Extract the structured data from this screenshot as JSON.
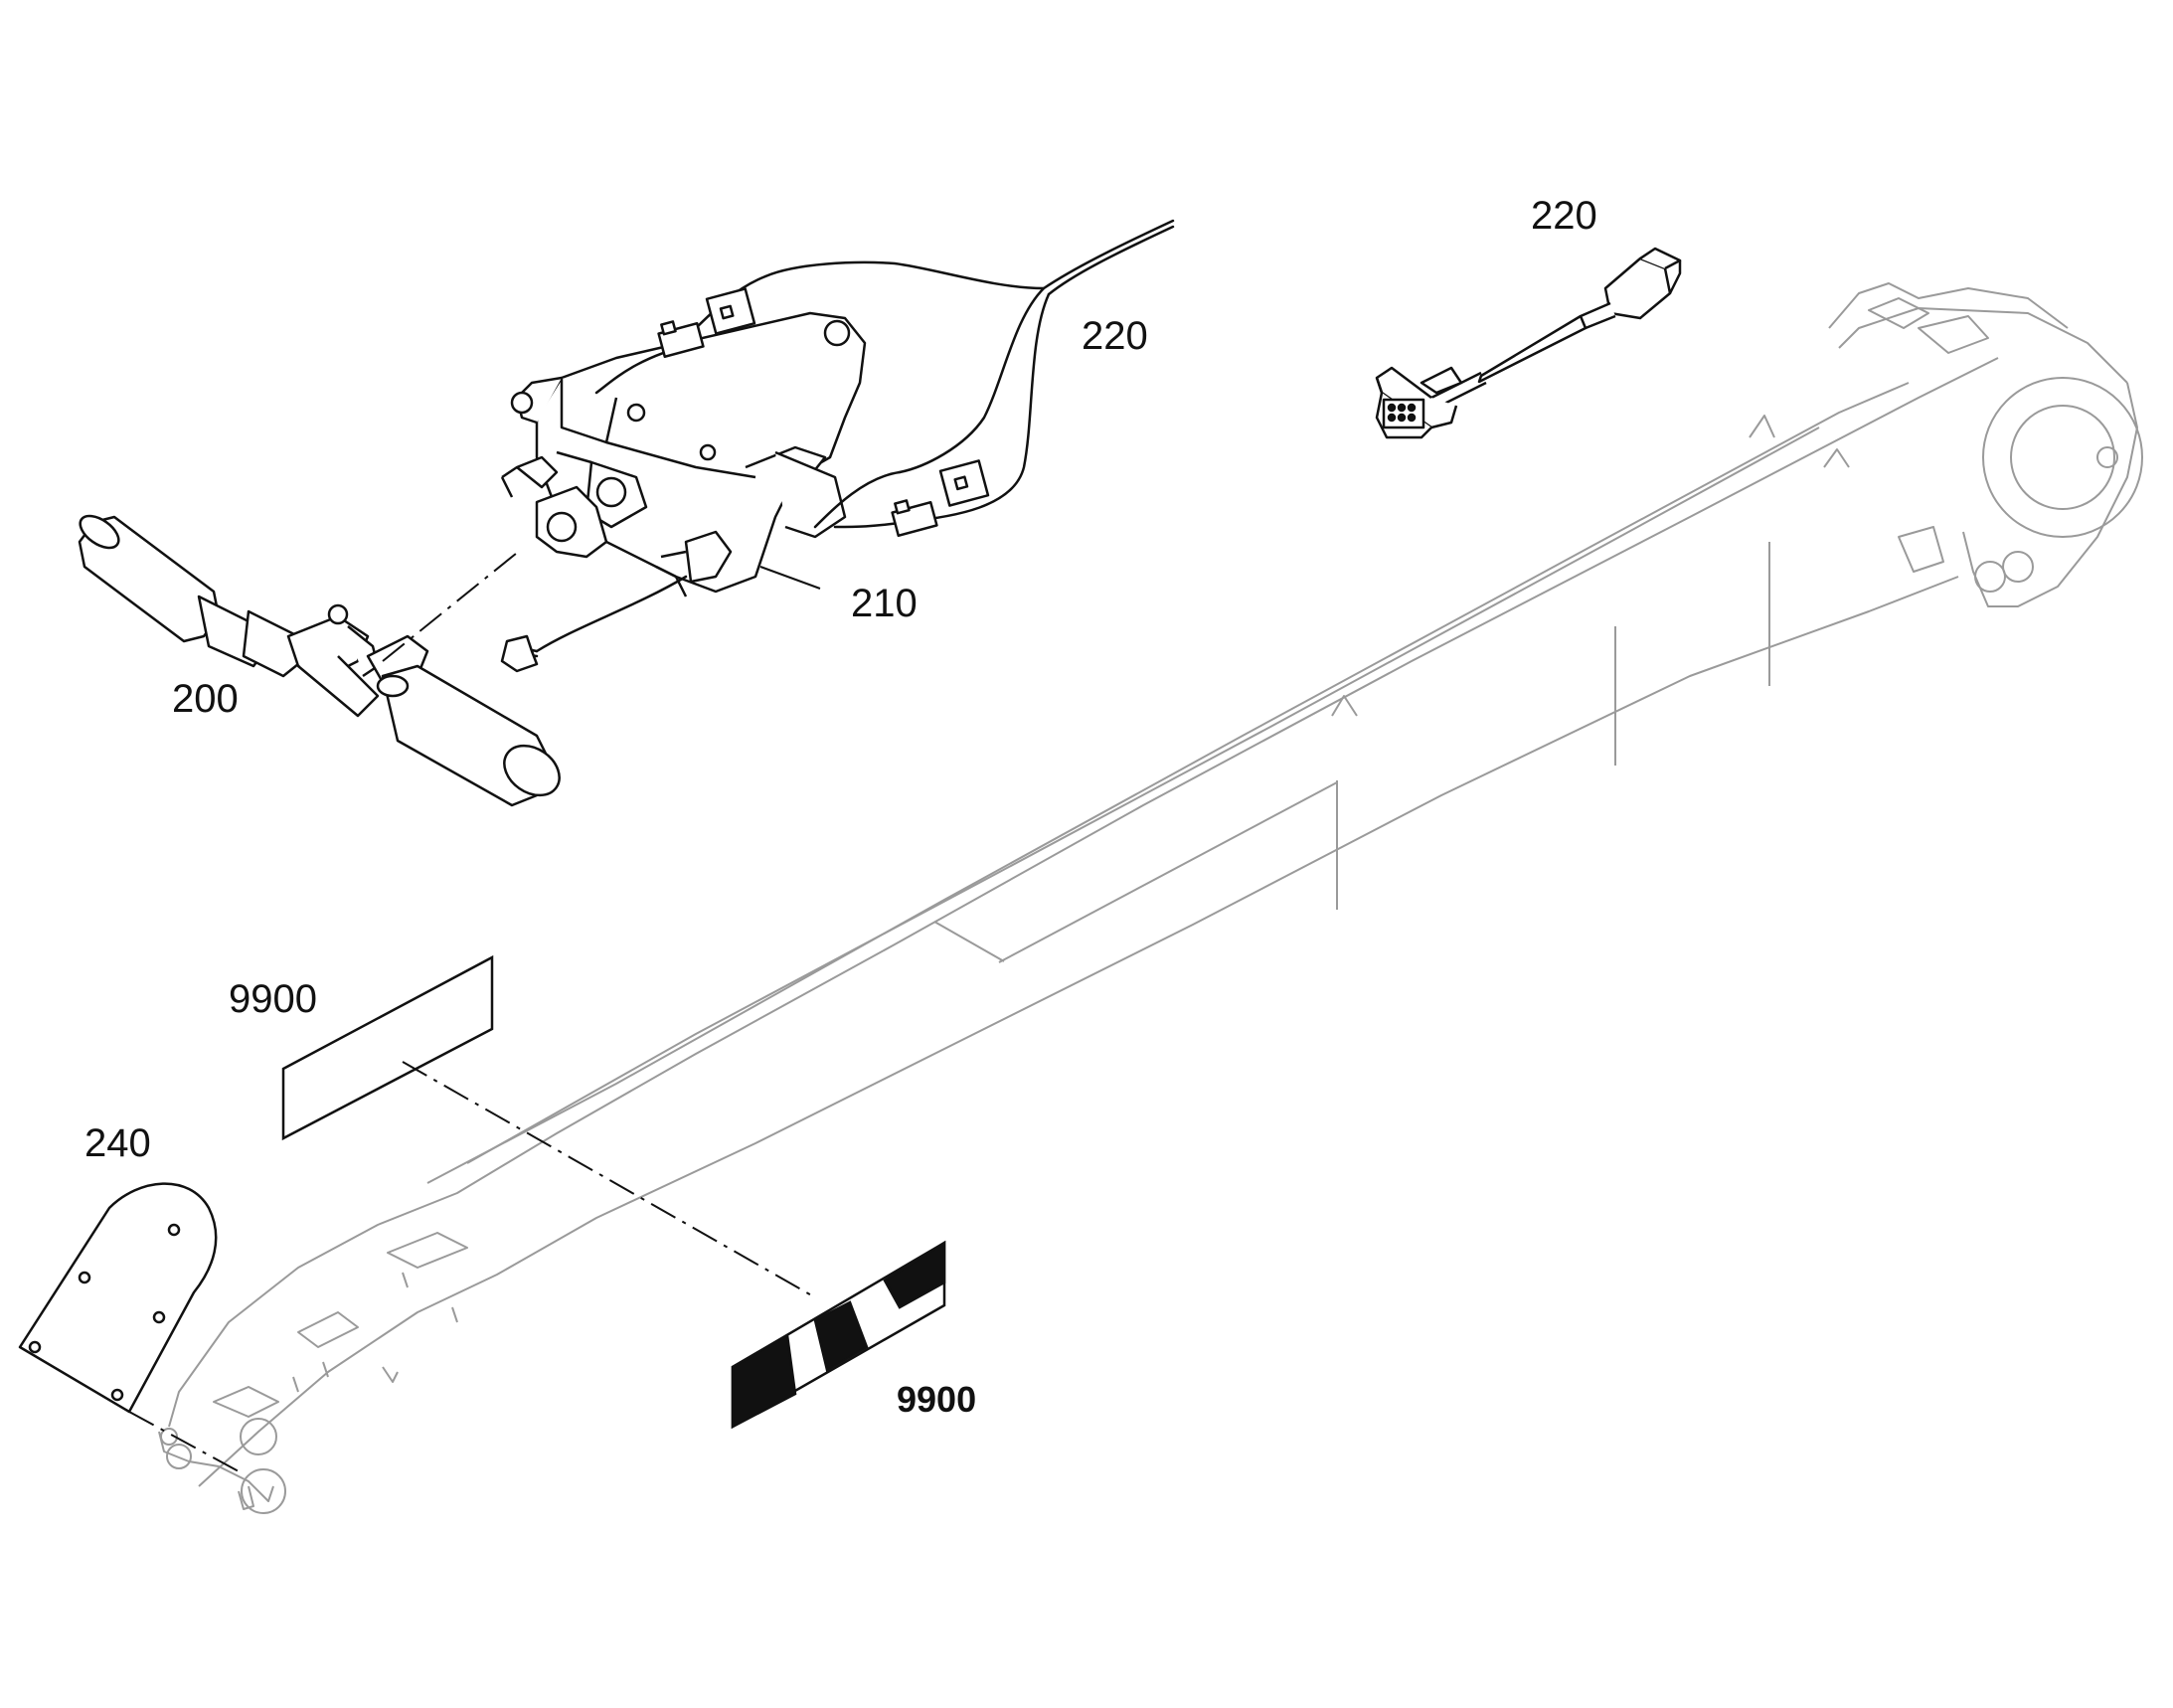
{
  "colors": {
    "line_dark": "#111111",
    "line_light": "#9a9a9a",
    "background": "#ffffff",
    "fill_black": "#111111"
  },
  "callouts": {
    "c200": "200",
    "c210": "210",
    "c220_harness": "220",
    "c220_connector": "220",
    "c240": "240",
    "c9900_decal": "9900",
    "c9900_stripe": "9900"
  }
}
